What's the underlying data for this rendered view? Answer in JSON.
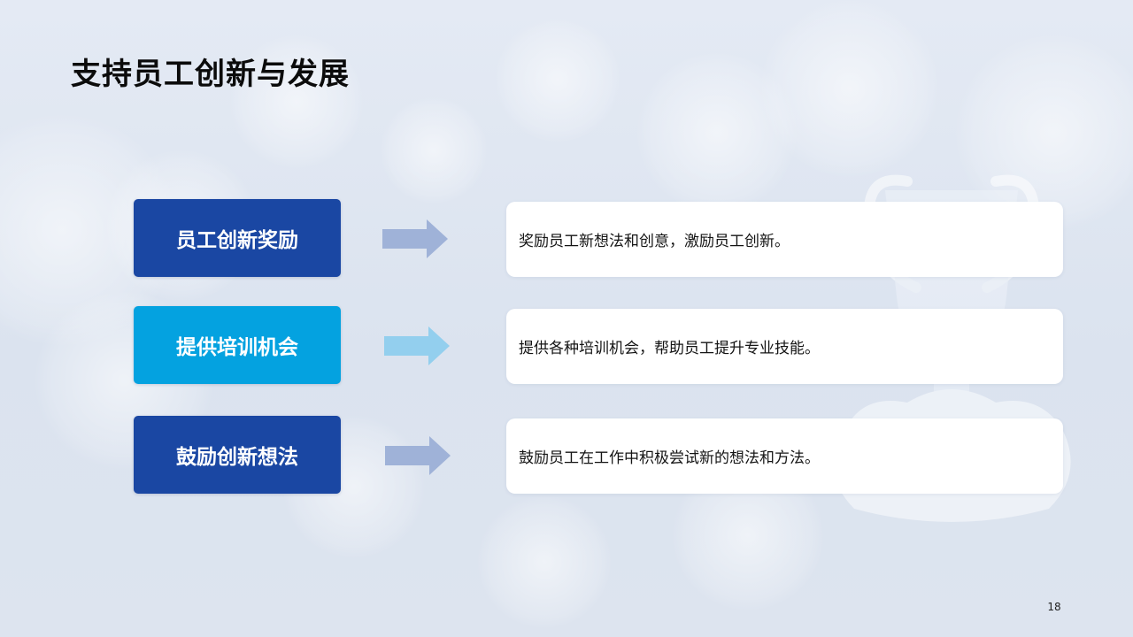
{
  "slide": {
    "title": "支持员工创新与发展",
    "page_number": "18"
  },
  "items": [
    {
      "label": "员工创新奖励",
      "description": "奖励员工新想法和创意，激励员工创新。",
      "box_color": "#1a47a3",
      "arrow_color": "#9fb2d8"
    },
    {
      "label": "提供培训机会",
      "description": "提供各种培训机会，帮助员工提升专业技能。",
      "box_color": "#04a2e0",
      "arrow_color": "#93cfee"
    },
    {
      "label": "鼓励创新想法",
      "description": "鼓励员工在工作中积极尝试新的想法和方法。",
      "box_color": "#1a47a3",
      "arrow_color": "#9fb2d8"
    }
  ]
}
